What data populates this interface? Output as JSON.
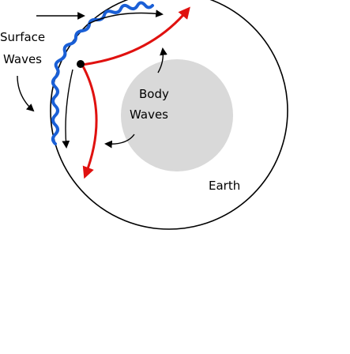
{
  "labels": {
    "surface_line1": "Surface",
    "surface_line2": "Waves",
    "body_line1": "Body",
    "body_line2": "Waves",
    "earth": "Earth"
  },
  "colors": {
    "background": "#ffffff",
    "outline": "#000000",
    "core": "#d9d9d9",
    "body_wave": "#e0110f",
    "surface_wave": "#1a5fd6",
    "epicenter": "#000000"
  }
}
